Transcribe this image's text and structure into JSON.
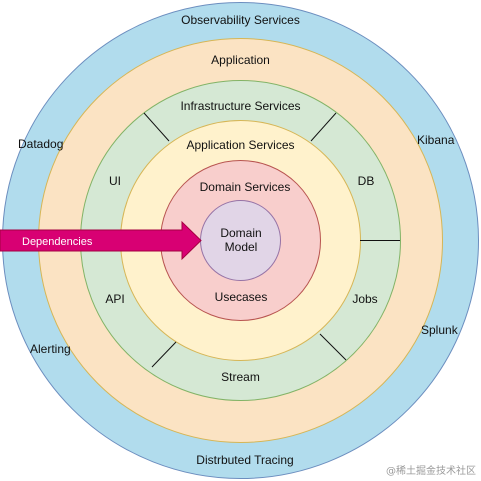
{
  "rings": {
    "observability": {
      "title": "Observability Services",
      "left_top": "Datadog",
      "right_top": "Kibana",
      "left_bottom": "Alerting",
      "right_bottom": "Splunk",
      "bottom": "Distrbuted Tracing",
      "fill": "#b1dced",
      "stroke": "#6c8ebf"
    },
    "application": {
      "title": "Application",
      "fill": "#fbe3c3",
      "stroke": "#d6b656"
    },
    "infrastructure": {
      "title": "Infrastructure Services",
      "ui": "UI",
      "db": "DB",
      "api": "API",
      "jobs": "Jobs",
      "stream": "Stream",
      "fill": "#d5e8d4",
      "stroke": "#82b366"
    },
    "application_services": {
      "title": "Application Services",
      "fill": "#fff2cc",
      "stroke": "#d6b656"
    },
    "domain_services": {
      "title": "Domain Services",
      "usecases": "Usecases",
      "fill": "#f8cecc",
      "stroke": "#b85450"
    },
    "domain_model": {
      "line1": "Domain",
      "line2": "Model",
      "fill": "#e1d5e7",
      "stroke": "#9673a6"
    }
  },
  "arrow": {
    "label": "Dependencies",
    "fill": "#d80073",
    "stroke": "#a50040"
  },
  "watermark": "@稀土掘金技术社区"
}
